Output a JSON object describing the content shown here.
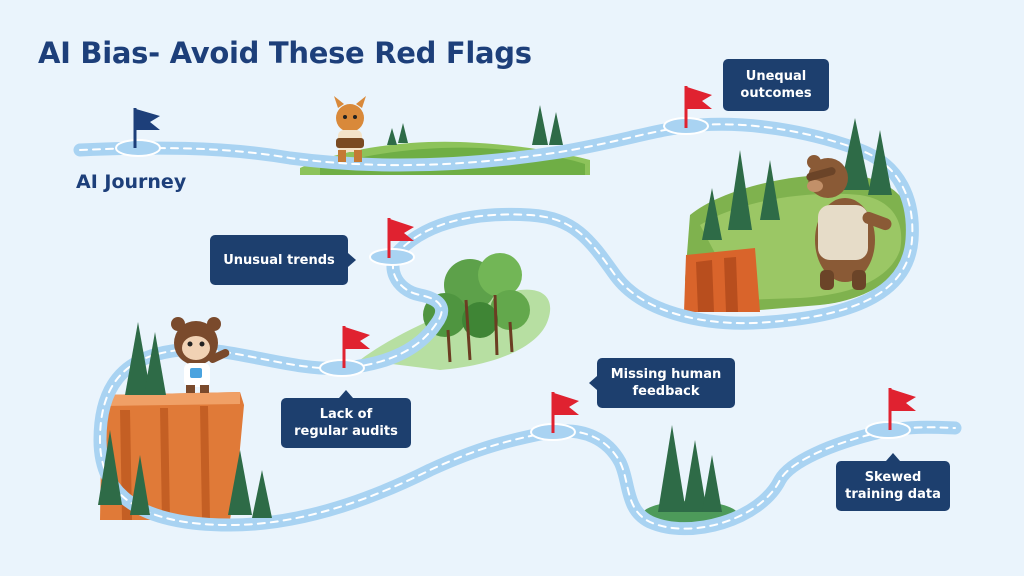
{
  "title": "AI Bias- Avoid These Red Flags",
  "journey_label": "AI Journey",
  "colors": {
    "background": "#eaf4fc",
    "path": "#a9d3f2",
    "path_dash": "#ffffff",
    "flag_red": "#e02230",
    "flag_start": "#1d3f7a",
    "callout_bg": "#1d3f6e",
    "title": "#1d3f7a"
  },
  "flags": [
    {
      "id": "unequal-outcomes",
      "label": "Unequal\noutcomes"
    },
    {
      "id": "unusual-trends",
      "label": "Unusual trends"
    },
    {
      "id": "lack-of-regular-audits",
      "label": "Lack of\nregular audits"
    },
    {
      "id": "missing-human-feedback",
      "label": "Missing human\nfeedback"
    },
    {
      "id": "skewed-training-data",
      "label": "Skewed\ntraining data"
    }
  ],
  "illustrations": [
    "start-flag-icon",
    "wildcat-mascot",
    "bear-mascot",
    "astro-mascot",
    "forest-grove",
    "cliff-left",
    "cliff-right"
  ]
}
